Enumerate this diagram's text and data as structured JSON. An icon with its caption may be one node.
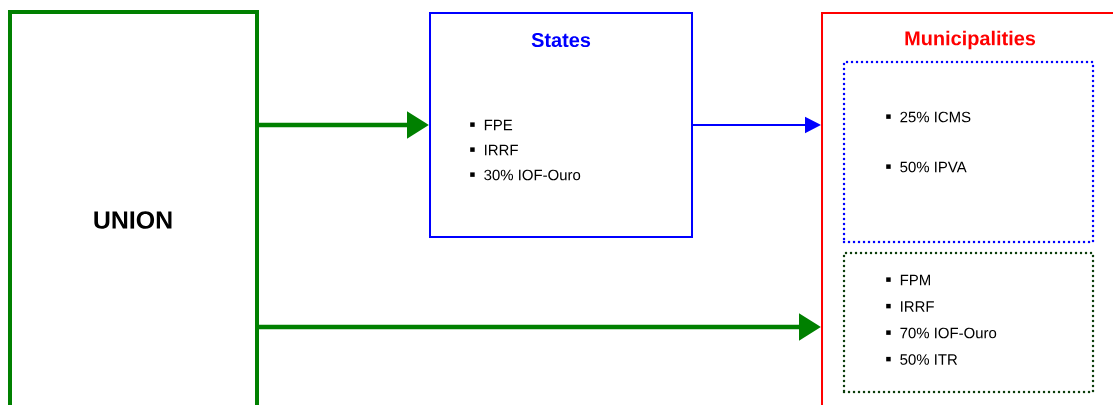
{
  "diagram": {
    "nodes": [
      {
        "text": [
          "UNION"
        ]
      },
      {
        "text": [
          "States",
          "FPE",
          "IRRF",
          "30% IOF-Ouro"
        ]
      },
      {
        "text": [
          "Municipalities"
        ]
      },
      {
        "text": [
          "25% ICMS",
          "50% IPVA"
        ],
        "in": 2
      },
      {
        "text": [
          "FPM",
          "IRRF",
          "70% IOF-Ouro",
          "50% ITR"
        ],
        "in": 2
      }
    ],
    "edges": [
      {
        "from": 0,
        "to": 1,
        "arrow": "to"
      },
      {
        "from": 1,
        "to": 2,
        "arrow": "to",
        "color": "#0000ff"
      },
      {
        "from": 0,
        "to": 2,
        "arrow": "to"
      }
    ]
  }
}
